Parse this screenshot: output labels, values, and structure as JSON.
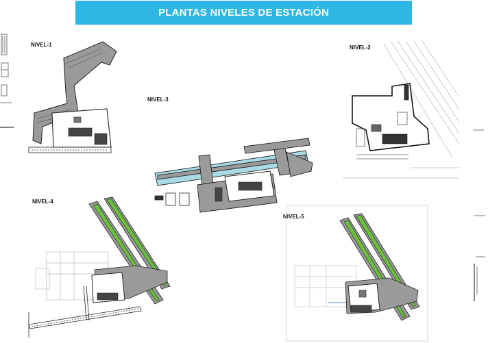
{
  "header": {
    "title": "PLANTAS NIVELES DE ESTACIÓN"
  },
  "plans": [
    {
      "id": "nivel-1",
      "label": "NIVEL-1"
    },
    {
      "id": "nivel-2",
      "label": "NIVEL-2"
    },
    {
      "id": "nivel-3",
      "label": "NIVEL-3"
    },
    {
      "id": "nivel-4",
      "label": "NIVEL-4"
    },
    {
      "id": "nivel-5",
      "label": "NIVEL-5"
    }
  ],
  "colors": {
    "banner": "#2eb7e5",
    "platform_blue": "#a8dbe6",
    "track_green": "#69c23a",
    "structure_gray": "#9a9a9a",
    "line_dark": "#222222"
  }
}
